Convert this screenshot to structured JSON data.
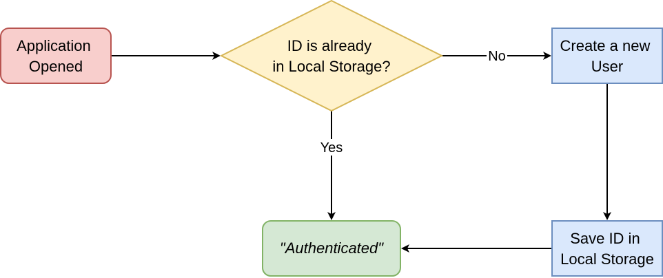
{
  "nodes": {
    "start": {
      "lines": [
        "Application",
        "Opened"
      ],
      "fill": "#f8cecc",
      "stroke": "#b85450"
    },
    "decision": {
      "lines": [
        "ID is already",
        "in Local Storage?"
      ],
      "fill": "#fff2cc",
      "stroke": "#d6b656"
    },
    "create_user": {
      "lines": [
        "Create a new",
        "User"
      ],
      "fill": "#dae8fc",
      "stroke": "#6c8ebf"
    },
    "save_id": {
      "lines": [
        "Save ID in",
        "Local Storage"
      ],
      "fill": "#dae8fc",
      "stroke": "#6c8ebf"
    },
    "authenticated": {
      "lines": [
        "\"Authenticated\""
      ],
      "fill": "#d5e8d4",
      "stroke": "#82b366"
    }
  },
  "edges": {
    "no_label": "No",
    "yes_label": "Yes"
  },
  "colors": {
    "edge": "#000000",
    "background": "#ffffff"
  }
}
